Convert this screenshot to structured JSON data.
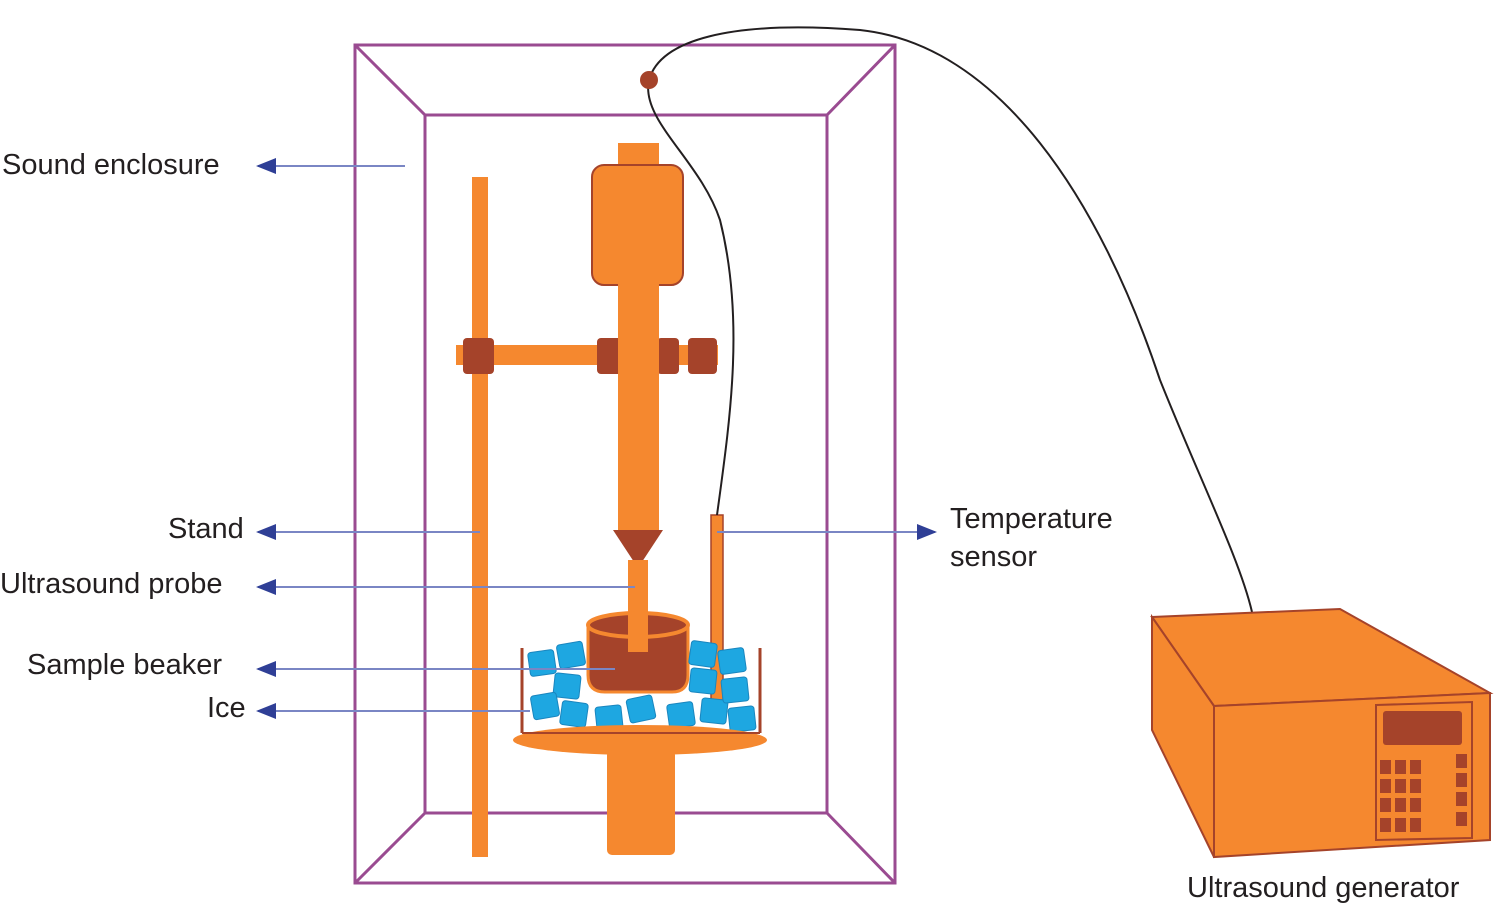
{
  "labels": {
    "sound_enclosure": "Sound enclosure",
    "stand": "Stand",
    "ultrasound_probe": "Ultrasound probe",
    "sample_beaker": "Sample beaker",
    "ice": "Ice",
    "temperature_sensor_line1": "Temperature",
    "temperature_sensor_line2": "sensor",
    "ultrasound_generator": "Ultrasound generator"
  },
  "colors": {
    "orange": "#f5882f",
    "dark_brown": "#a5432a",
    "enclosure": "#9a4b91",
    "ice": "#1ea7e1",
    "arrow": "#3a4a9c"
  }
}
